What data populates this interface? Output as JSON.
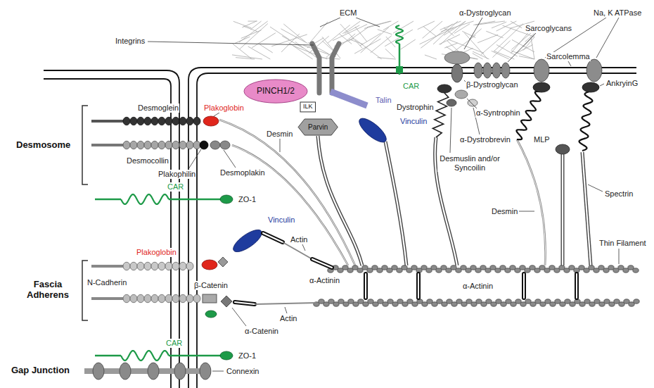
{
  "diagram": {
    "nodes": [
      {
        "text": [
          "PINCH1/2"
        ]
      },
      {
        "text": [
          "ILK"
        ]
      },
      {
        "text": [
          "Parvin"
        ]
      }
    ],
    "labels": [
      "ECM",
      "α-Dystroglycan",
      "Na, K ATPase",
      "Integrins",
      "Sarcoglycans",
      "Sarcolemma",
      "CAR",
      "AnkryinG",
      "β-Dystroglycan",
      "Talin",
      "Desmoglein",
      "Plakoglobin",
      "Dystrophin",
      "α-Syntrophin",
      "Vinculin",
      "Desmin",
      "α-Dystrobrevin",
      "MLP",
      "Desmosome",
      "Desmocollin",
      "Desmuslin and/or Syncoilin",
      "Plakophilin",
      "Desmoplakin",
      "CAR",
      "Spectrin",
      "ZO-1",
      "Desmin",
      "Vinculin",
      "Thin Filament",
      "Actin",
      "Plakoglobin",
      "α-Actinin",
      "N-Cadherin",
      "β-Catenin",
      "α-Actinin",
      "Fascia Adherens",
      "Actin",
      "α-Catenin",
      "CAR",
      "ZO-1",
      "Gap Junction",
      "Connexin"
    ]
  }
}
